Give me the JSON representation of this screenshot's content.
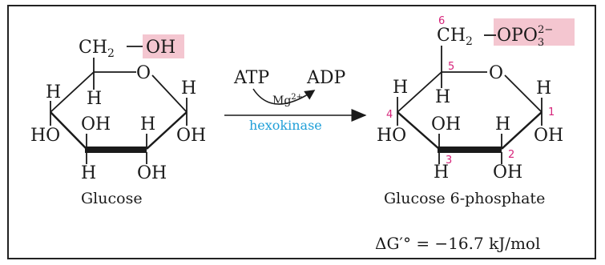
{
  "colors": {
    "highlight": "#f4c6d0",
    "carbon_number": "#d6247a",
    "enzyme": "#1f9fd8",
    "line": "#1a1a1a"
  },
  "glucose": {
    "ch2": "CH",
    "sub2": "2",
    "dash": "—",
    "oh_highlight": "OH",
    "ring_o": "O",
    "h_c4": "H",
    "h_c5": "H",
    "h_c1": "H",
    "ho_c4": "HO",
    "oh_c3": "OH",
    "h_c2_top": "H",
    "oh_c1": "OH",
    "h_c3": "H",
    "oh_c2": "OH",
    "name": "Glucose"
  },
  "reaction": {
    "atp": "ATP",
    "adp": "ADP",
    "mg": "Mg",
    "mg_sup": "2+",
    "enzyme": "hexokinase"
  },
  "product": {
    "ch2": "CH",
    "sub2": "2",
    "dash": "—",
    "opo": "OPO",
    "opo_sub": "3",
    "opo_sup": "2−",
    "ring_o": "O",
    "h_c4": "H",
    "h_c5": "H",
    "h_c1": "H",
    "ho_c4": "HO",
    "oh_c3": "OH",
    "h_c2_top": "H",
    "oh_c1": "OH",
    "h_c3": "H",
    "oh_c2": "OH",
    "c1": "1",
    "c2": "2",
    "c3": "3",
    "c4": "4",
    "c5": "5",
    "c6": "6",
    "name": "Glucose 6-phosphate"
  },
  "delta_g": {
    "text": "ΔG′° = −16.7 kJ/mol"
  }
}
